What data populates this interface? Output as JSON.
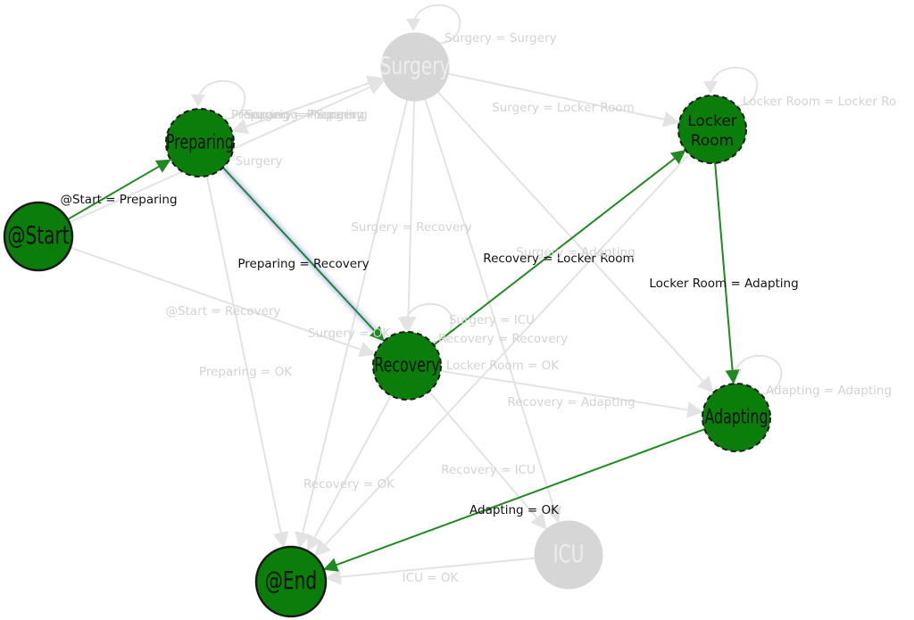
{
  "colors": {
    "active_node_fill": "#0a7d0a",
    "active_node_stroke": "#1a1a1a",
    "active_edge": "#1f8a1f",
    "inactive_node": "#d6d6d6",
    "inactive_edge": "#e3e3e3",
    "inactive_text": "#d3d3d3",
    "active_text": "#111111",
    "highlight_glow": "#6a6aff"
  },
  "nodes": [
    {
      "id": "start",
      "label": "@Start",
      "active": true,
      "dashed": false
    },
    {
      "id": "end",
      "label": "@End",
      "active": true,
      "dashed": false
    },
    {
      "id": "preparing",
      "label": "Preparing",
      "active": true,
      "dashed": true
    },
    {
      "id": "recovery",
      "label": "Recovery",
      "active": true,
      "dashed": true
    },
    {
      "id": "locker",
      "label": "Locker Room",
      "active": true,
      "dashed": true
    },
    {
      "id": "adapting",
      "label": "Adapting",
      "active": true,
      "dashed": true
    },
    {
      "id": "surgery",
      "label": "Surgery",
      "active": false,
      "dashed": false
    },
    {
      "id": "icu",
      "label": "ICU",
      "active": false,
      "dashed": false
    }
  ],
  "edges": [
    {
      "from": "start",
      "to": "preparing",
      "label": "@Start = Preparing",
      "active": true
    },
    {
      "from": "preparing",
      "to": "recovery",
      "label": "Preparing = Recovery",
      "active": true,
      "highlighted": true
    },
    {
      "from": "recovery",
      "to": "locker",
      "label": "Recovery = Locker Room",
      "active": true
    },
    {
      "from": "locker",
      "to": "adapting",
      "label": "Locker Room = Adapting",
      "active": true
    },
    {
      "from": "adapting",
      "to": "end",
      "label": "Adapting = OK",
      "active": true
    },
    {
      "from": "preparing",
      "to": "surgery",
      "label": "Preparing = Surgery",
      "active": false
    },
    {
      "from": "surgery",
      "to": "preparing",
      "label": "Surgery = Preparing",
      "active": false
    },
    {
      "from": "start",
      "to": "surgery",
      "label": "Surgery",
      "active": false
    },
    {
      "from": "surgery",
      "to": "locker",
      "label": "Surgery = Locker Room",
      "active": false
    },
    {
      "from": "surgery",
      "to": "recovery",
      "label": "Surgery = Recovery",
      "active": false
    },
    {
      "from": "surgery",
      "to": "adapting",
      "label": "Surgery = Adapting",
      "active": false
    },
    {
      "from": "surgery",
      "to": "icu",
      "label": "Surgery = ICU",
      "active": false
    },
    {
      "from": "surgery",
      "to": "end",
      "label": "Surgery = OK",
      "active": false
    },
    {
      "from": "start",
      "to": "recovery",
      "label": "@Start = Recovery",
      "active": false
    },
    {
      "from": "preparing",
      "to": "end",
      "label": "Preparing = OK",
      "active": false
    },
    {
      "from": "recovery",
      "to": "adapting",
      "label": "Recovery = Adapting",
      "active": false
    },
    {
      "from": "recovery",
      "to": "icu",
      "label": "Recovery = ICU",
      "active": false
    },
    {
      "from": "recovery",
      "to": "end",
      "label": "Recovery = OK",
      "active": false
    },
    {
      "from": "locker",
      "to": "end",
      "label": "Locker Room = OK",
      "active": false
    },
    {
      "from": "icu",
      "to": "end",
      "label": "ICU = OK",
      "active": false
    }
  ],
  "self_loops": [
    {
      "node": "surgery",
      "label": "Surgery = Surgery",
      "active": false
    },
    {
      "node": "preparing",
      "label": "Preparing = Preparing",
      "active": false
    },
    {
      "node": "locker",
      "label": "Locker Room = Locker Ro",
      "active": false
    },
    {
      "node": "recovery",
      "label": "Recovery = Recovery",
      "active": false
    },
    {
      "node": "adapting",
      "label": "Adapting = Adapting",
      "active": false
    }
  ]
}
